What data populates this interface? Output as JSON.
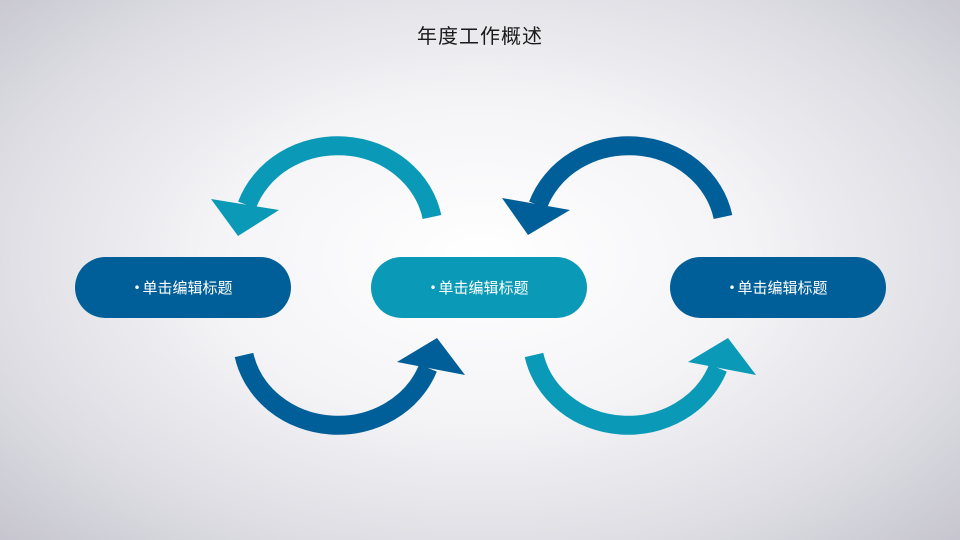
{
  "title": "年度工作概述",
  "colors": {
    "dark_blue": "#005f98",
    "teal": "#0a99b6"
  },
  "boxes": [
    {
      "bullet": "•",
      "label": "单击编辑标题",
      "color": "#005f98"
    },
    {
      "bullet": "•",
      "label": "单击编辑标题",
      "color": "#0a99b6"
    },
    {
      "bullet": "•",
      "label": "单击编辑标题",
      "color": "#005f98"
    }
  ],
  "arrows": [
    {
      "position": "top-left",
      "direction": "counter-clockwise",
      "color": "#0a99b6"
    },
    {
      "position": "top-right",
      "direction": "counter-clockwise",
      "color": "#005f98"
    },
    {
      "position": "bottom-left",
      "direction": "counter-clockwise",
      "color": "#005f98"
    },
    {
      "position": "bottom-right",
      "direction": "counter-clockwise",
      "color": "#0a99b6"
    }
  ]
}
